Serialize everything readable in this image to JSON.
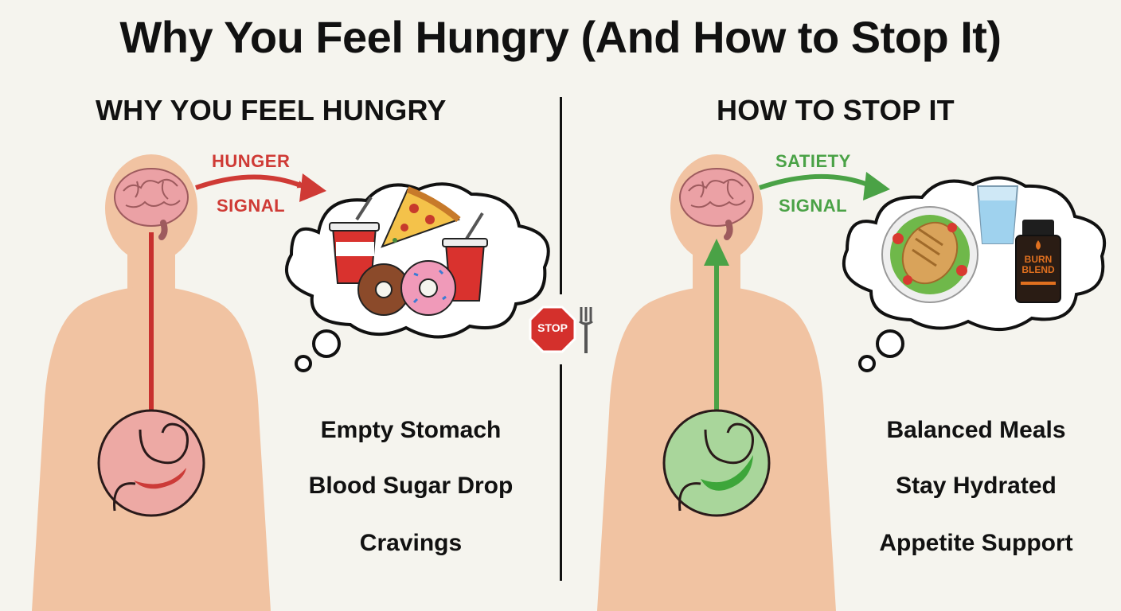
{
  "title": "Why You Feel Hungry (And How to Stop It)",
  "left": {
    "heading": "WHY YOU FEEL HUNGRY",
    "signal_line1": "HUNGER",
    "signal_line2": "SIGNAL",
    "points": [
      "Empty Stomach",
      "Blood Sugar Drop",
      "Cravings"
    ]
  },
  "center": {
    "stop_sign": "STOP"
  },
  "right": {
    "heading": "HOW TO STOP IT",
    "signal_line1": "SATIETY",
    "signal_line2": "SIGNAL",
    "supplement_label_line1": "BURN",
    "supplement_label_line2": "BLEND",
    "points": [
      "Balanced Meals",
      "Stay Hydrated",
      "Appetite Support"
    ]
  },
  "colors": {
    "background": "#f5f4ee",
    "body": "#f1c3a2",
    "hunger_red": "#cf3a35",
    "satiety_green": "#4aa246",
    "brain_pink": "#eba1a5"
  },
  "icons": [
    "brain-icon",
    "stomach-icon",
    "thought-bubble",
    "soda-cup-icon",
    "pizza-slice-icon",
    "donut-icon",
    "salad-plate-icon",
    "water-glass-icon",
    "supplement-bottle-icon",
    "stop-sign-icon",
    "fork-icon"
  ]
}
